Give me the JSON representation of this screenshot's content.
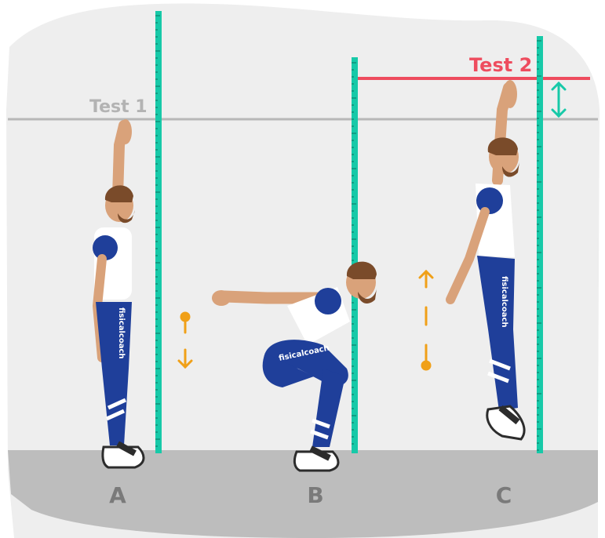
{
  "colors": {
    "background_blob": "#eeeeee",
    "floor": "#bdbdbd",
    "pole": "#17c9a8",
    "test1_line": "#b7b7b7",
    "test2_line": "#ee4c5e",
    "arrow": "#f0a018",
    "skin": "#d9a27a",
    "hair": "#7a4b2a",
    "shirt": "#ffffff",
    "brand_blue": "#1f3f9a",
    "shoe": "#2c2c2c"
  },
  "labels": {
    "test1": "Test 1",
    "test2": "Test 2",
    "position_a": "A",
    "position_b": "B",
    "position_c": "C",
    "brand_text": "fisicalcoach"
  },
  "icons": {
    "height_difference": "double-arrow-vertical-icon",
    "down_motion": "arrow-down-dot-icon",
    "up_motion": "arrow-up-dot-icon"
  }
}
